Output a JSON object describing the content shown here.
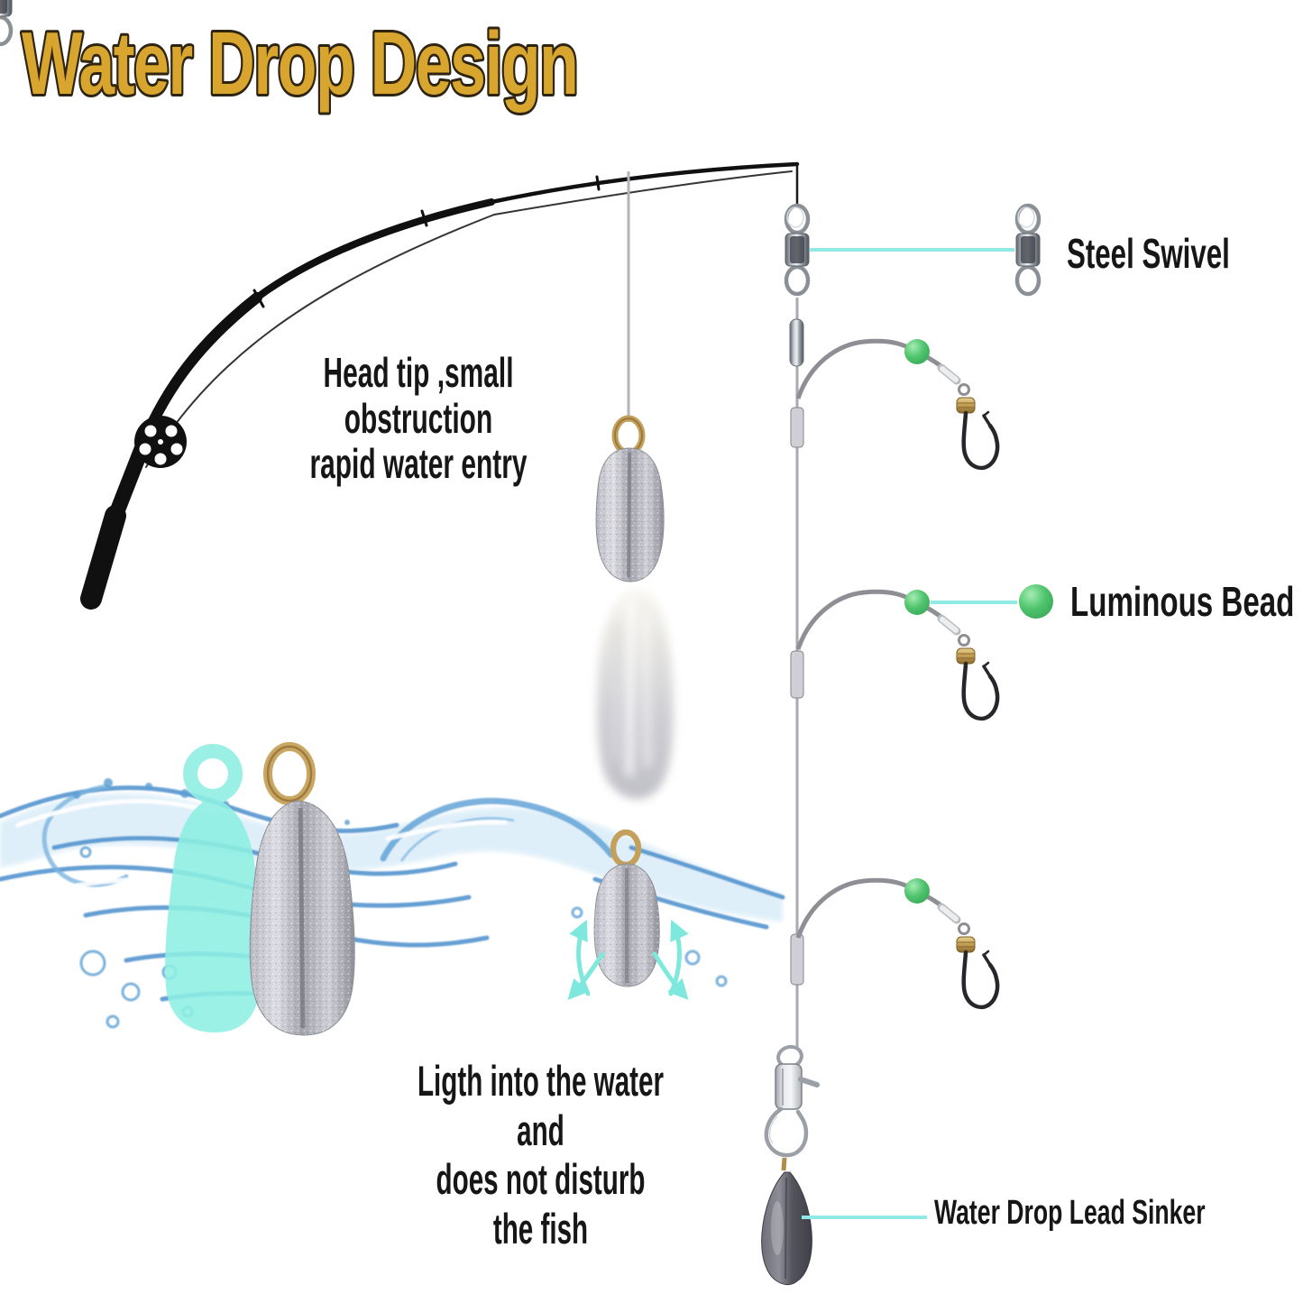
{
  "title": "Water Drop Design",
  "labels": {
    "head_tip_line1": "Head tip ,small obstruction",
    "head_tip_line2": "rapid water entry",
    "steel_swivel": "Steel Swivel",
    "luminous_bead": "Luminous Bead",
    "light_line1": "Ligth into the water and",
    "light_line2": "does not disturb the fish",
    "lead_sinker": "Water Drop Lead Sinker"
  },
  "icons": {
    "rod": "fishing-rod-icon",
    "reel": "fishing-reel-icon",
    "swivel": "barrel-swivel-icon",
    "bead": "luminous-bead-icon",
    "hook": "fish-hook-icon",
    "sinker": "water-drop-sinker-icon",
    "snap": "snap-connector-icon",
    "water": "water-splash-icon",
    "arrows": "water-flow-arrows-icon"
  },
  "colors": {
    "title_gold": "#D8A62E",
    "title_outline": "#2E2410",
    "callout_cyan": "#8FE9E4",
    "arrow_cyan": "#7FE8DD",
    "bead_green": "#4FC46D",
    "silhouette_teal": "#8DEFE2",
    "water_blue": "#5B9FD4",
    "water_blue_dark": "#4A8FCC",
    "text_black": "#161616"
  }
}
